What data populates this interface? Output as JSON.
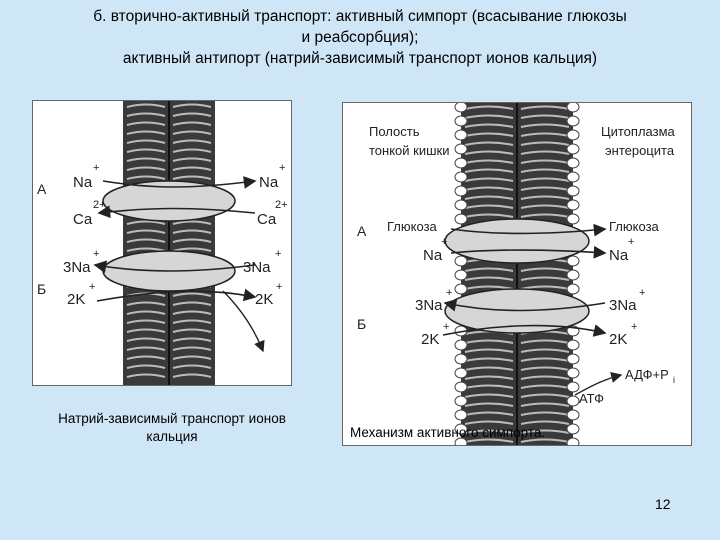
{
  "slide": {
    "title_lines": [
      "б. вторично-активный транспорт: активный симпорт (всасывание глюкозы",
      "и реабсорбция);",
      "активный антипорт (натрий-зависимый транспорт ионов кальция)"
    ],
    "page_number": "12"
  },
  "left_figure": {
    "caption": "Натрий-зависимый транспорт ионов кальция",
    "row_a": "А",
    "row_b": "Б",
    "na": "Na",
    "ca": "Ca",
    "na3": "3Na",
    "k2": "2K",
    "plus": "+",
    "two_plus": "2+"
  },
  "right_figure": {
    "caption": "Механизм активного симпорта.",
    "lumen_line1": "Полость",
    "lumen_line2": "тонкой кишки",
    "cyto_line1": "Цитоплазма",
    "cyto_line2": "энтероцита",
    "row_a": "А",
    "row_b": "Б",
    "glucose": "Глюкоза",
    "na": "Na",
    "na3": "3Na",
    "k2": "2K",
    "plus": "+",
    "adp": "АДФ+P",
    "adp_sub": "i",
    "atp": "АТФ"
  }
}
